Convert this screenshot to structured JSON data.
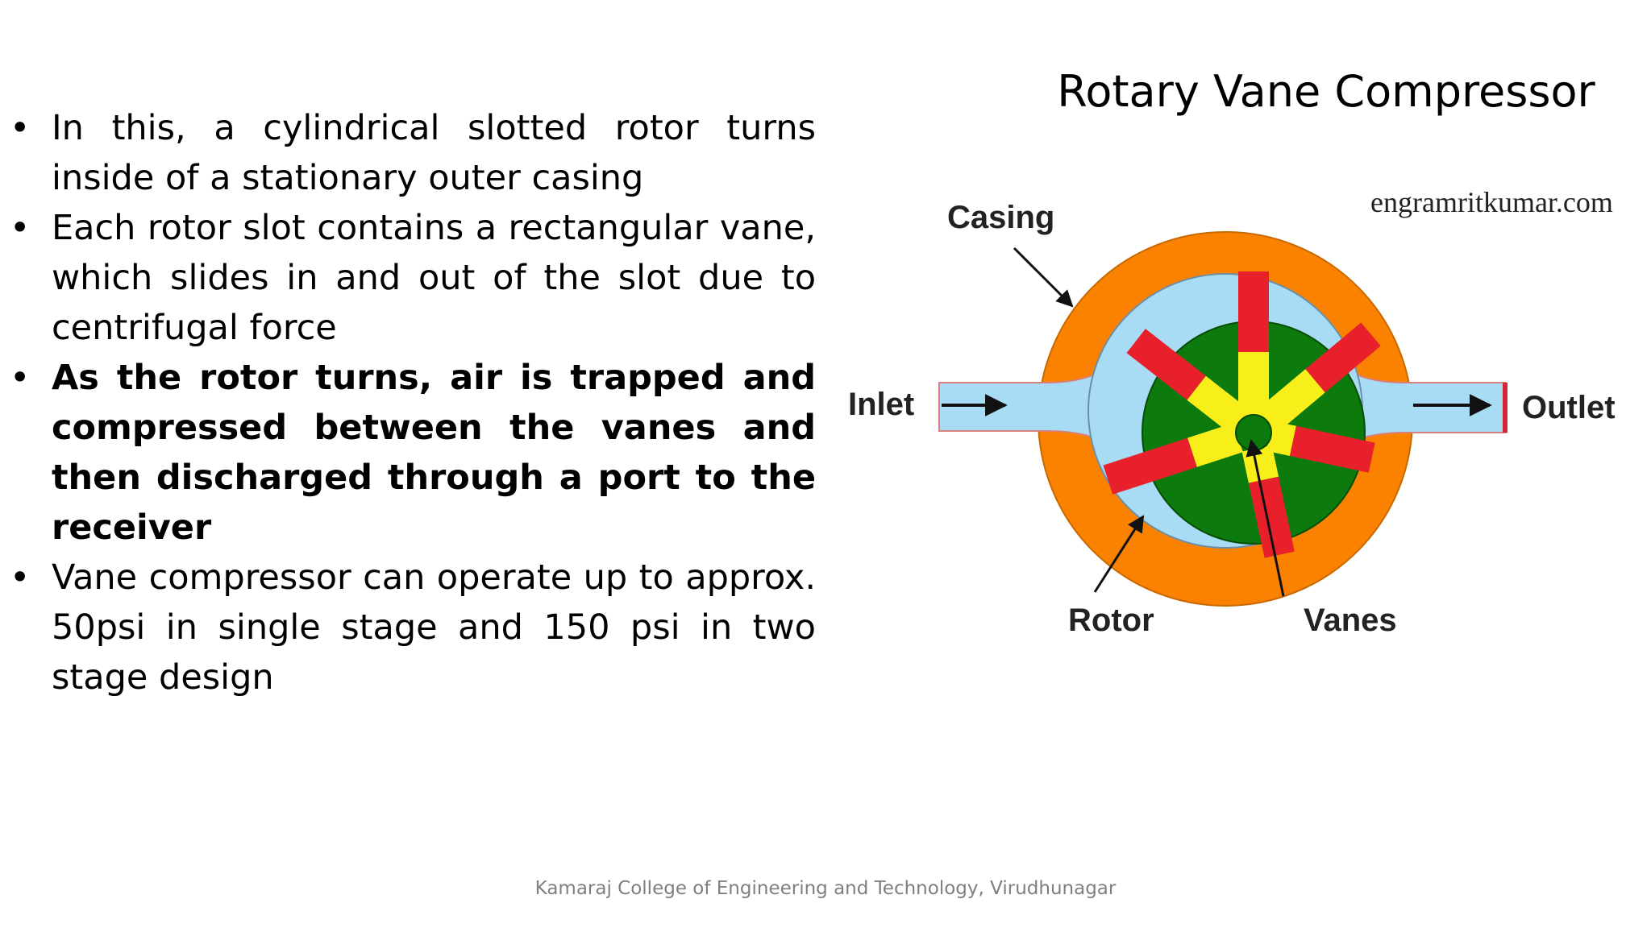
{
  "slide": {
    "bullets": [
      {
        "text": "In this, a cylindrical slotted rotor turns inside of a stationary outer casing",
        "bold": false
      },
      {
        "text": "Each rotor slot contains a rectangular vane, which slides in and out of the slot due to centrifugal force",
        "bold": false
      },
      {
        "text": "As the rotor turns, air is trapped and compressed between the vanes and then discharged through a port to the receiver",
        "bold": true
      },
      {
        "text": "Vane compressor can operate up to approx. 50psi in single stage and 150 psi in two stage design",
        "bold": false
      }
    ],
    "diagram": {
      "title": "Rotary Vane Compressor",
      "watermark": "engramritkumar.com",
      "labels": {
        "casing": "Casing",
        "inlet": "Inlet",
        "outlet": "Outlet",
        "rotor": "Rotor",
        "vanes": "Vanes"
      },
      "colors": {
        "casing": "#fb8200",
        "chamber": "#a8dcf4",
        "rotor": "#0c7a0c",
        "vane": "#e8202c",
        "slot": "#f7ee1a"
      }
    },
    "footer": "Kamaraj College of Engineering and Technology, Virudhunagar"
  }
}
